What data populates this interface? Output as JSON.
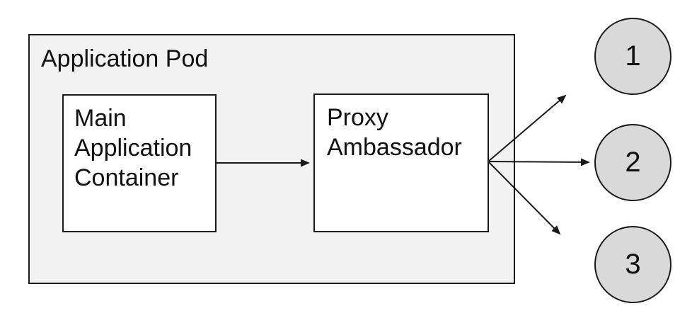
{
  "pod": {
    "label": "Application Pod"
  },
  "nodes": [
    {
      "name": "main-application-container",
      "lines": [
        "Main",
        "Application",
        "Container"
      ]
    },
    {
      "name": "proxy-ambassador",
      "lines": [
        "Proxy",
        "Ambassador"
      ]
    }
  ],
  "endpoints": [
    {
      "label": "1"
    },
    {
      "label": "2"
    },
    {
      "label": "3"
    }
  ],
  "connections": [
    {
      "from": "main-application-container",
      "to": "proxy-ambassador"
    },
    {
      "from": "proxy-ambassador",
      "to": "endpoint-1"
    },
    {
      "from": "proxy-ambassador",
      "to": "endpoint-2"
    },
    {
      "from": "proxy-ambassador",
      "to": "endpoint-3"
    }
  ],
  "colors": {
    "pod_fill": "#f2f2f2",
    "node_fill": "#ffffff",
    "endpoint_fill": "#d9d9d9",
    "stroke": "#1a1a1a",
    "background": "#ffffff"
  }
}
